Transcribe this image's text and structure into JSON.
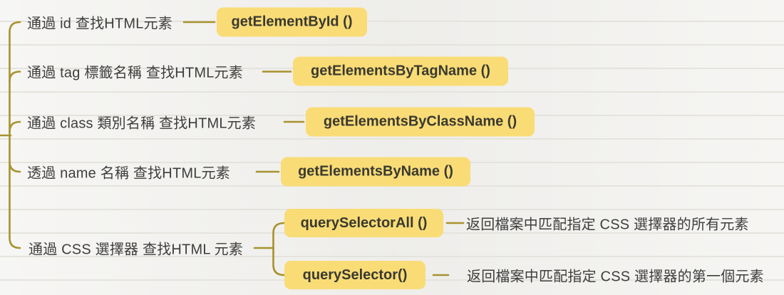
{
  "colors": {
    "bg": "#f2f1ee",
    "rule_line": "#e5e3dd",
    "line": "#a8922e",
    "box_bg": "#f9dc76",
    "label_text": "#3e3e3e",
    "box_text": "#39392f"
  },
  "tree": {
    "branches": [
      {
        "label": "通過 id 查找HTML元素",
        "method": "getElementById ()"
      },
      {
        "label": "通過 tag 標籤名稱 查找HTML元素",
        "method": "getElementsByTagName ()"
      },
      {
        "label": "通過 class 類別名稱 查找HTML元素",
        "method": "getElementsByClassName ()"
      },
      {
        "label": "透過 name 名稱 查找HTML元素",
        "method": "getElementsByName ()"
      },
      {
        "label": "通過 CSS 選擇器 查找HTML 元素",
        "children": [
          {
            "method": "querySelectorAll ()",
            "description": "返回檔案中匹配指定 CSS 選擇器的所有元素"
          },
          {
            "method": "querySelector()",
            "description": "返回檔案中匹配指定 CSS 選擇器的第一個元素"
          }
        ]
      }
    ]
  }
}
